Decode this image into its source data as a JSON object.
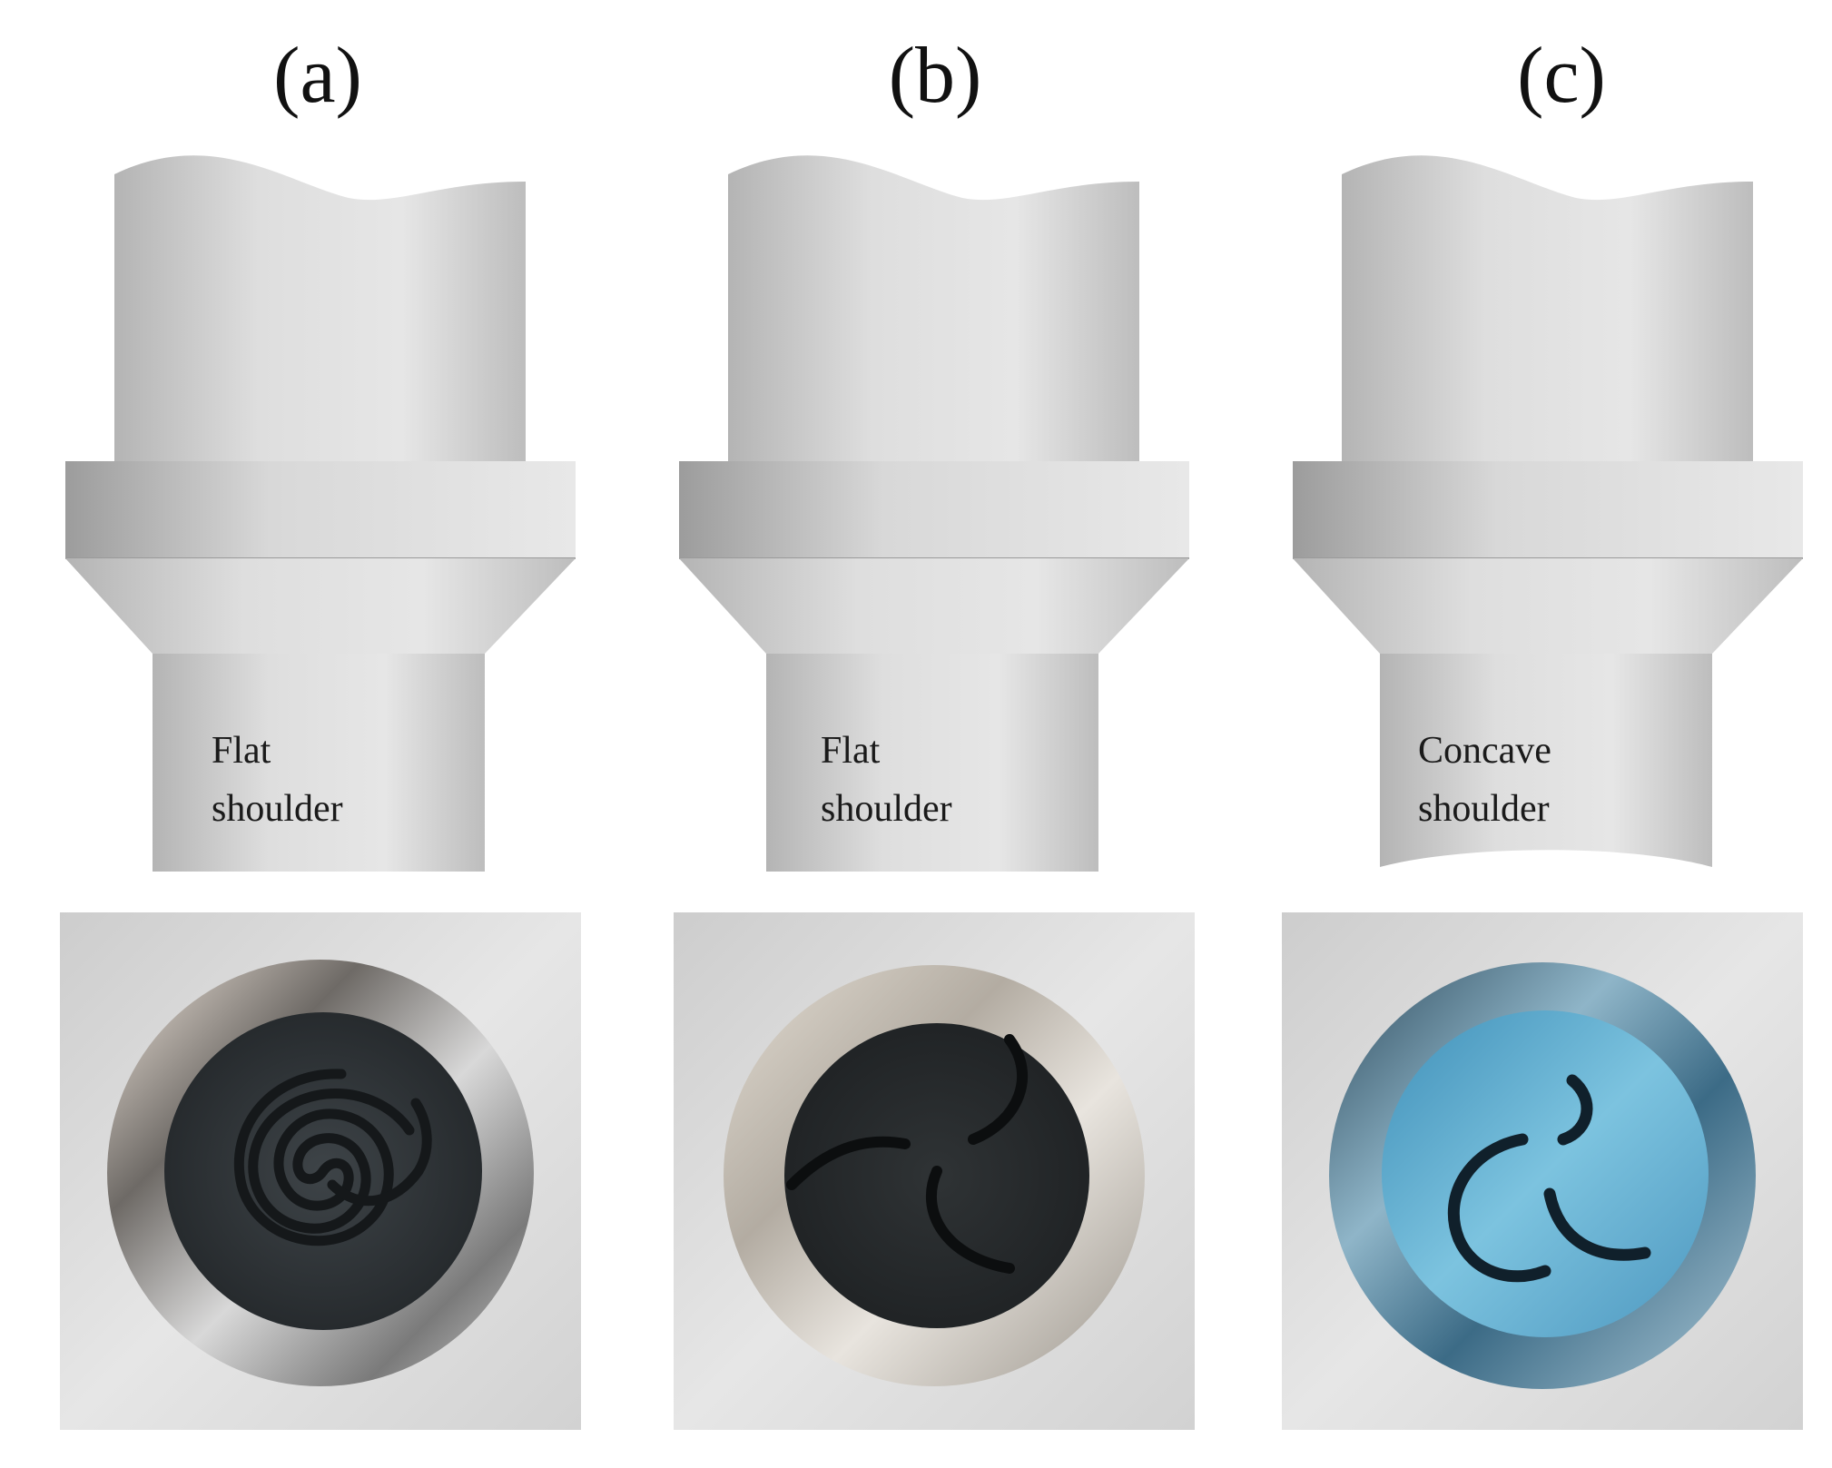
{
  "panels": [
    {
      "id": "a",
      "label": "(a)",
      "shoulder_text": [
        "Flat",
        "shoulder"
      ],
      "shoulder_type": "flat",
      "groove": "spiral"
    },
    {
      "id": "b",
      "label": "(b)",
      "shoulder_text": [
        "Flat",
        "shoulder"
      ],
      "shoulder_type": "flat",
      "groove": "three-arc"
    },
    {
      "id": "c",
      "label": "(c)",
      "shoulder_text": [
        "Concave",
        "shoulder"
      ],
      "shoulder_type": "concave",
      "groove": "three-arc"
    }
  ],
  "colors": {
    "tool_light": "#e4e4e4",
    "tool_dark": "#a9a9a9",
    "photo_background": "#d6d6d6",
    "face_dark_a": "#2f3336",
    "face_dark_b": "#25292b",
    "face_blue_c": "#5aa6c8"
  }
}
